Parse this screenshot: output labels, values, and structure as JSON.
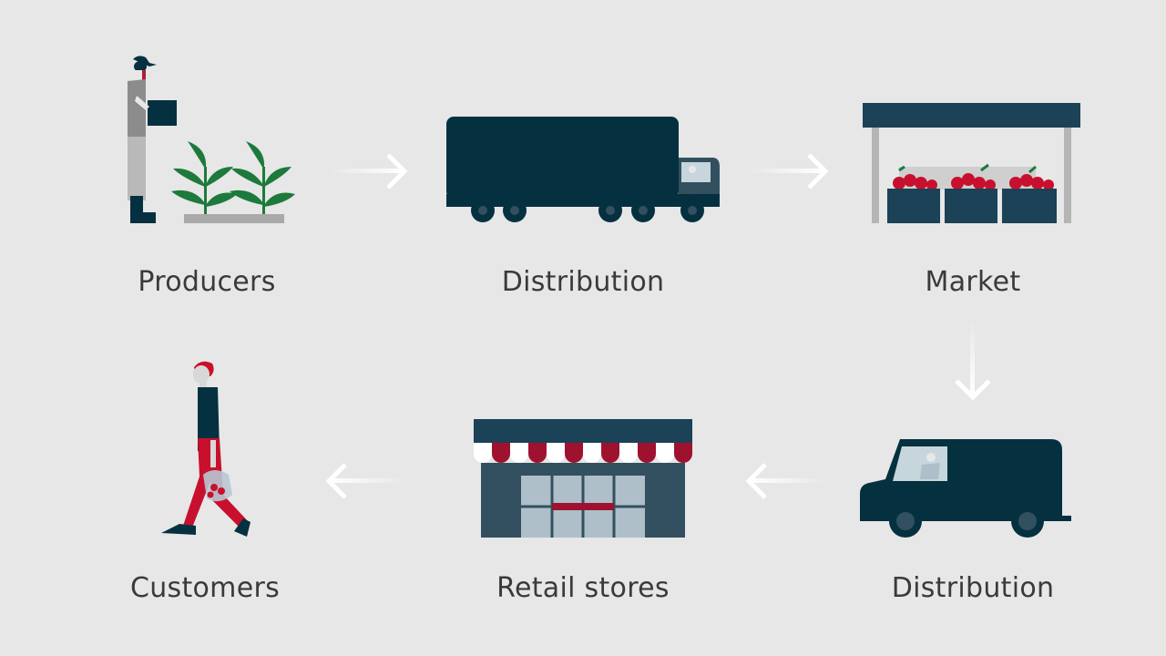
{
  "steps": [
    {
      "label": "Producers",
      "icon": "farmer-with-plants-icon"
    },
    {
      "label": "Distribution",
      "icon": "truck-icon"
    },
    {
      "label": "Market",
      "icon": "market-stall-icon"
    },
    {
      "label": "Distribution",
      "icon": "van-icon"
    },
    {
      "label": "Retail stores",
      "icon": "storefront-icon"
    },
    {
      "label": "Customers",
      "icon": "customer-walking-icon"
    }
  ],
  "colors": {
    "background": "#e7e7e7",
    "dark_navy": "#05303f",
    "slate": "#32505f",
    "accent_red": "#b01f35",
    "plant_green": "#1d7a3c",
    "label_text": "#3a3a3a",
    "arrow": "#ffffff"
  }
}
